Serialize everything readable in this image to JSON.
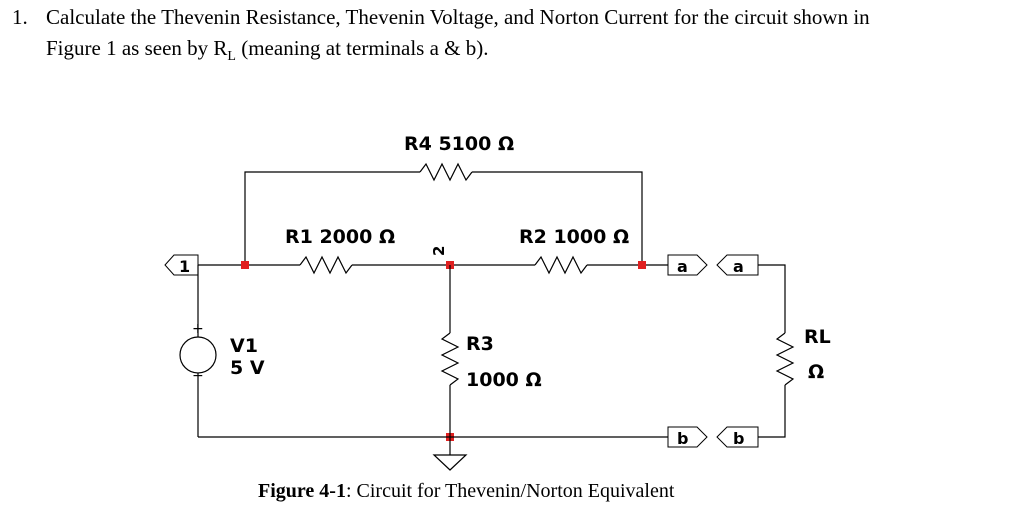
{
  "question": {
    "number": "1.",
    "line1": "Calculate the Thevenin Resistance, Thevenin Voltage, and Norton Current for the circuit shown in",
    "line2_a": "Figure 1 as seen by R",
    "line2_sub": "L",
    "line2_b": " (meaning at terminals a & b)."
  },
  "circuit": {
    "r4_label": "R4 5100 Ω",
    "r1_label": "R1 2000 Ω",
    "r2_label": "R2 1000 Ω",
    "r3_name": "R3",
    "r3_value": "1000 Ω",
    "node2_label": "2",
    "node1_label": "1",
    "v1_name": "V1",
    "v1_value": "5 V",
    "v1_plus": "+",
    "v1_minus": "−",
    "rl_name": "RL",
    "rl_value": "Ω",
    "port_a_left": "a",
    "port_a_right": "a",
    "port_b_left": "b",
    "port_b_right": "b"
  },
  "caption": {
    "bold": "Figure 4-1",
    "text": ": Circuit for Thevenin/Norton Equivalent"
  },
  "colors": {
    "node_marker": "#e02020",
    "wire": "#000000"
  }
}
